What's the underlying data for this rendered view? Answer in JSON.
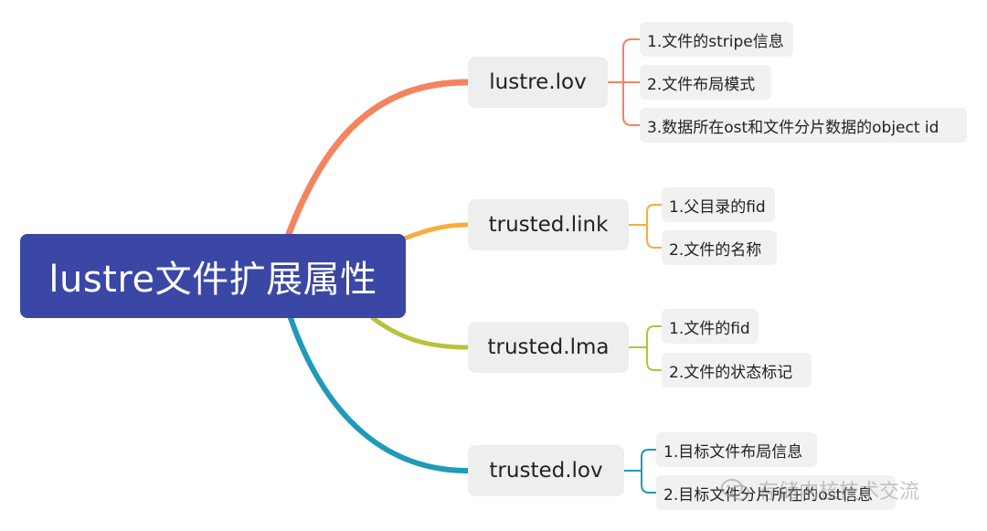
{
  "root": {
    "label": "lustre文件扩展属性"
  },
  "colors": {
    "root": "#3a47a4",
    "lustre_lov": "#f4845f",
    "trusted_link": "#f6ad3c",
    "trusted_lma": "#b8c23a",
    "trusted_lov": "#1f9ab8"
  },
  "branches": [
    {
      "label": "lustre.lov",
      "leaves": [
        "1.文件的stripe信息",
        "2.文件布局模式",
        "3.数据所在ost和文件分片数据的object id"
      ]
    },
    {
      "label": "trusted.link",
      "leaves": [
        "1.父目录的fid",
        "2.文件的名称"
      ]
    },
    {
      "label": "trusted.lma",
      "leaves": [
        "1.文件的fid",
        "2.文件的状态标记"
      ]
    },
    {
      "label": "trusted.lov",
      "leaves": [
        "1.目标文件布局信息",
        "2.目标文件分片所在的ost信息"
      ]
    }
  ],
  "watermark": {
    "text": "存储内核技术交流",
    "icon": "wechat-icon"
  }
}
